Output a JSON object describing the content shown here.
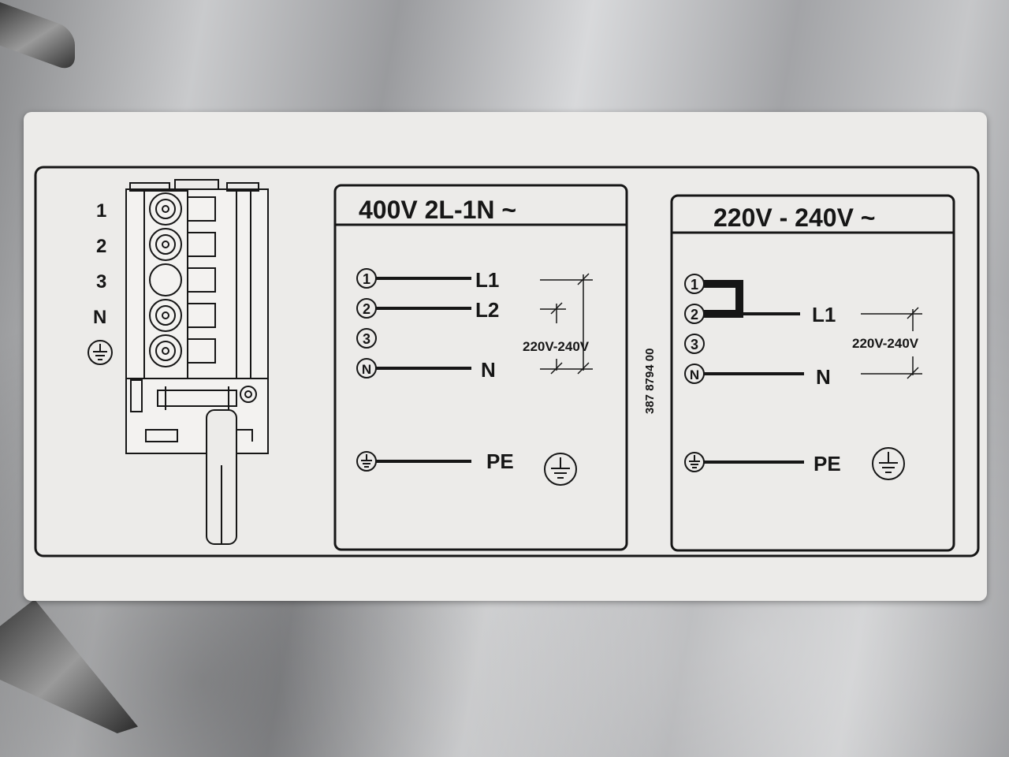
{
  "terminal_labels": [
    "1",
    "2",
    "3",
    "N"
  ],
  "panel_400v": {
    "title": "400V  2L-1N ~",
    "terminals": [
      "1",
      "2",
      "3",
      "N"
    ],
    "lines": [
      "L1",
      "L2",
      "N"
    ],
    "voltage": "220V-240V",
    "pe": "PE"
  },
  "panel_220v": {
    "title": "220V - 240V ~",
    "terminals": [
      "1",
      "2",
      "3",
      "N"
    ],
    "lines": [
      "L1",
      "N"
    ],
    "voltage": "220V-240V",
    "pe": "PE"
  },
  "part_number": "387 8794 00",
  "colors": {
    "ink": "#161616",
    "label_bg": "#ecebe9"
  }
}
